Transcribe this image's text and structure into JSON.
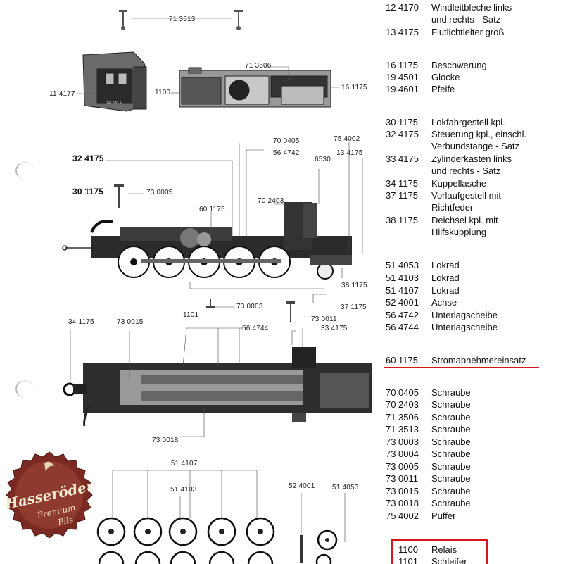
{
  "parts_list": {
    "rows": [
      {
        "n1": "12",
        "n2": "4170",
        "desc": "Windleitbleche links",
        "cont": "und rechts - Satz"
      },
      {
        "n1": "13",
        "n2": "4175",
        "desc": "Flutlichtleiter groß"
      },
      {
        "n1": "16",
        "n2": "1175",
        "desc": "Beschwerung"
      },
      {
        "n1": "19",
        "n2": "4501",
        "desc": "Glocke"
      },
      {
        "n1": "19",
        "n2": "4601",
        "desc": "Pfeife"
      },
      {
        "n1": "30",
        "n2": "1175",
        "desc": "Lokfahrgestell kpl."
      },
      {
        "n1": "32",
        "n2": "4175",
        "desc": "Steuerung kpl., einschl.",
        "cont": "Verbundstange - Satz"
      },
      {
        "n1": "33",
        "n2": "4175",
        "desc": "Zylinderkasten links",
        "cont": "und rechts - Satz"
      },
      {
        "n1": "34",
        "n2": "1175",
        "desc": "Kuppellasche"
      },
      {
        "n1": "37",
        "n2": "1175",
        "desc": "Vorlaufgestell mit",
        "cont": "Richtfeder"
      },
      {
        "n1": "38",
        "n2": "1175",
        "desc": "Deichsel kpl. mit",
        "cont": "Hilfskupplung"
      },
      {
        "n1": "51",
        "n2": "4053",
        "desc": "Lokrad"
      },
      {
        "n1": "51",
        "n2": "4103",
        "desc": "Lokrad"
      },
      {
        "n1": "51",
        "n2": "4107",
        "desc": "Lokrad"
      },
      {
        "n1": "52",
        "n2": "4001",
        "desc": "Achse"
      },
      {
        "n1": "56",
        "n2": "4742",
        "desc": "Unterlagscheibe"
      },
      {
        "n1": "56",
        "n2": "4744",
        "desc": "Unterlagscheibe"
      },
      {
        "n1": "60",
        "n2": "1175",
        "desc": "Stromabnehmereinsatz"
      },
      {
        "n1": "70",
        "n2": "0405",
        "desc": "Schraube"
      },
      {
        "n1": "70",
        "n2": "2403",
        "desc": "Schraube"
      },
      {
        "n1": "71",
        "n2": "3506",
        "desc": "Schraube"
      },
      {
        "n1": "71",
        "n2": "3513",
        "desc": "Schraube"
      },
      {
        "n1": "73",
        "n2": "0003",
        "desc": "Schraube"
      },
      {
        "n1": "73",
        "n2": "0004",
        "desc": "Schraube"
      },
      {
        "n1": "73",
        "n2": "0005",
        "desc": "Schraube"
      },
      {
        "n1": "73",
        "n2": "0011",
        "desc": "Schraube"
      },
      {
        "n1": "73",
        "n2": "0015",
        "desc": "Schraube"
      },
      {
        "n1": "73",
        "n2": "0018",
        "desc": "Schraube"
      },
      {
        "n1": "75",
        "n2": "4002",
        "desc": "Puffer"
      },
      {
        "n1": "",
        "n2": "1100",
        "desc": "Relais"
      },
      {
        "n1": "",
        "n2": "1101",
        "desc": "Schleifer"
      }
    ]
  },
  "drawing_labels": {
    "l_713513": "71 3513",
    "l_713506": "71 3506",
    "l_114177": "11 4177",
    "l_1100": "1100",
    "l_161175": "16 1175",
    "l_700405": "70 0405",
    "l_754002": "75 4002",
    "l_564742": "56 4742",
    "l_134175": "13 4175",
    "l_324175": "32 4175",
    "l_6530": "6530",
    "l_301175": "30 1175",
    "l_730005": "73 0005",
    "l_702403": "70 2403",
    "l_601175": "60 1175",
    "l_381175": "38 1175",
    "l_1101": "1101",
    "l_730003": "73 0003",
    "l_371175": "37 1175",
    "l_730011": "73 0011",
    "l_341175": "34 1175",
    "l_730015": "73 0015",
    "l_564744": "56 4744",
    "l_334175": "33 4175",
    "l_730018": "73 0018",
    "l_514107": "51 4107",
    "l_514103": "51 4103",
    "l_524001": "52 4001",
    "l_514053": "51 4053",
    "cab_number": "050 620-9"
  },
  "bottle_cap": {
    "brand": "Hasseröder",
    "line1": "Premium",
    "line2": "Pils"
  },
  "highlight_color": "#d4161c"
}
